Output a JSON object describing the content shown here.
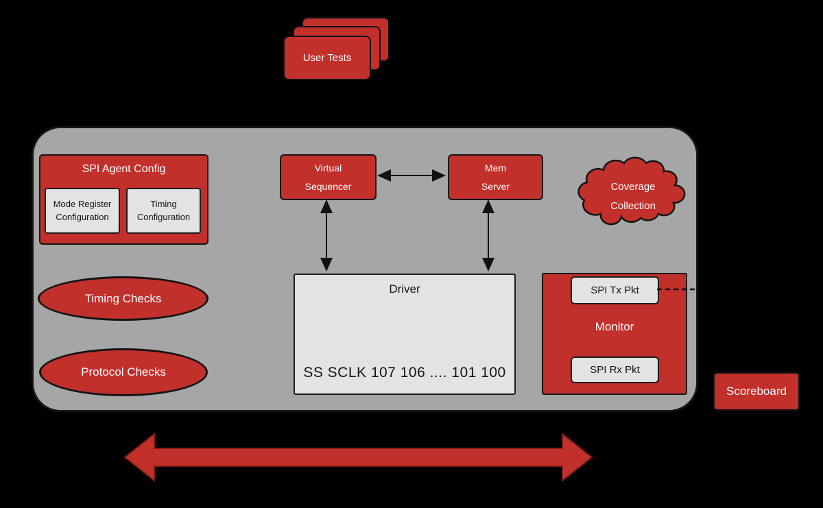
{
  "colors": {
    "background": "#000000",
    "red": "#C2302B",
    "container_gray": "#A6A6A6",
    "panel_gray": "#E3E3E3",
    "text_light": "#FFFFFF",
    "text_dark": "#141414"
  },
  "user_tests": {
    "label": "User Tests"
  },
  "agent": {
    "config": {
      "title": "SPI Agent Config",
      "mode_register": "Mode Register\nConfiguration",
      "timing": "Timing\nConfiguration"
    },
    "virtual_sequencer": "Virtual\nSequencer",
    "mem_server": "Mem\nServer",
    "coverage": "Coverage\nCollection",
    "driver": {
      "title": "Driver",
      "signals": "SS SCLK 107 106 .... 101 100"
    },
    "monitor": {
      "title": "Monitor",
      "tx_pkt": "SPI Tx Pkt",
      "rx_pkt": "SPI Rx Pkt"
    },
    "timing_checks": "Timing Checks",
    "protocol_checks": "Protocol Checks"
  },
  "scoreboard": {
    "label": "Scoreboard"
  }
}
